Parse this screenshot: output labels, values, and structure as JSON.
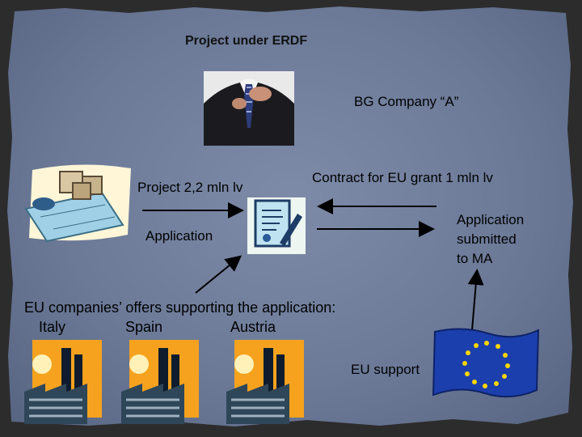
{
  "title": "Project under ERDF",
  "company": {
    "label": "BG Company “A”",
    "image_icon": "businessman-tie-icon"
  },
  "project": {
    "label": "Project 2,2 mln lv",
    "image_icon": "construction-plans-icon"
  },
  "application": {
    "label": "Application",
    "image_icon": "document-certificate-icon"
  },
  "contract": {
    "label": "Contract for EU grant 1 mln lv"
  },
  "submitted": {
    "line1": "Application",
    "line2": "submitted",
    "line3": "to MA"
  },
  "offers": {
    "heading": "EU companies’ offers supporting the application:",
    "countries": [
      "Italy",
      "Spain",
      "Austria"
    ],
    "factory_icon": "factory-icon"
  },
  "eu_support": {
    "label": "EU support",
    "image_icon": "eu-flag-icon"
  },
  "colors": {
    "background": "#6f7d9b",
    "frame": "#3a3a3a",
    "arrow": "#000000"
  }
}
